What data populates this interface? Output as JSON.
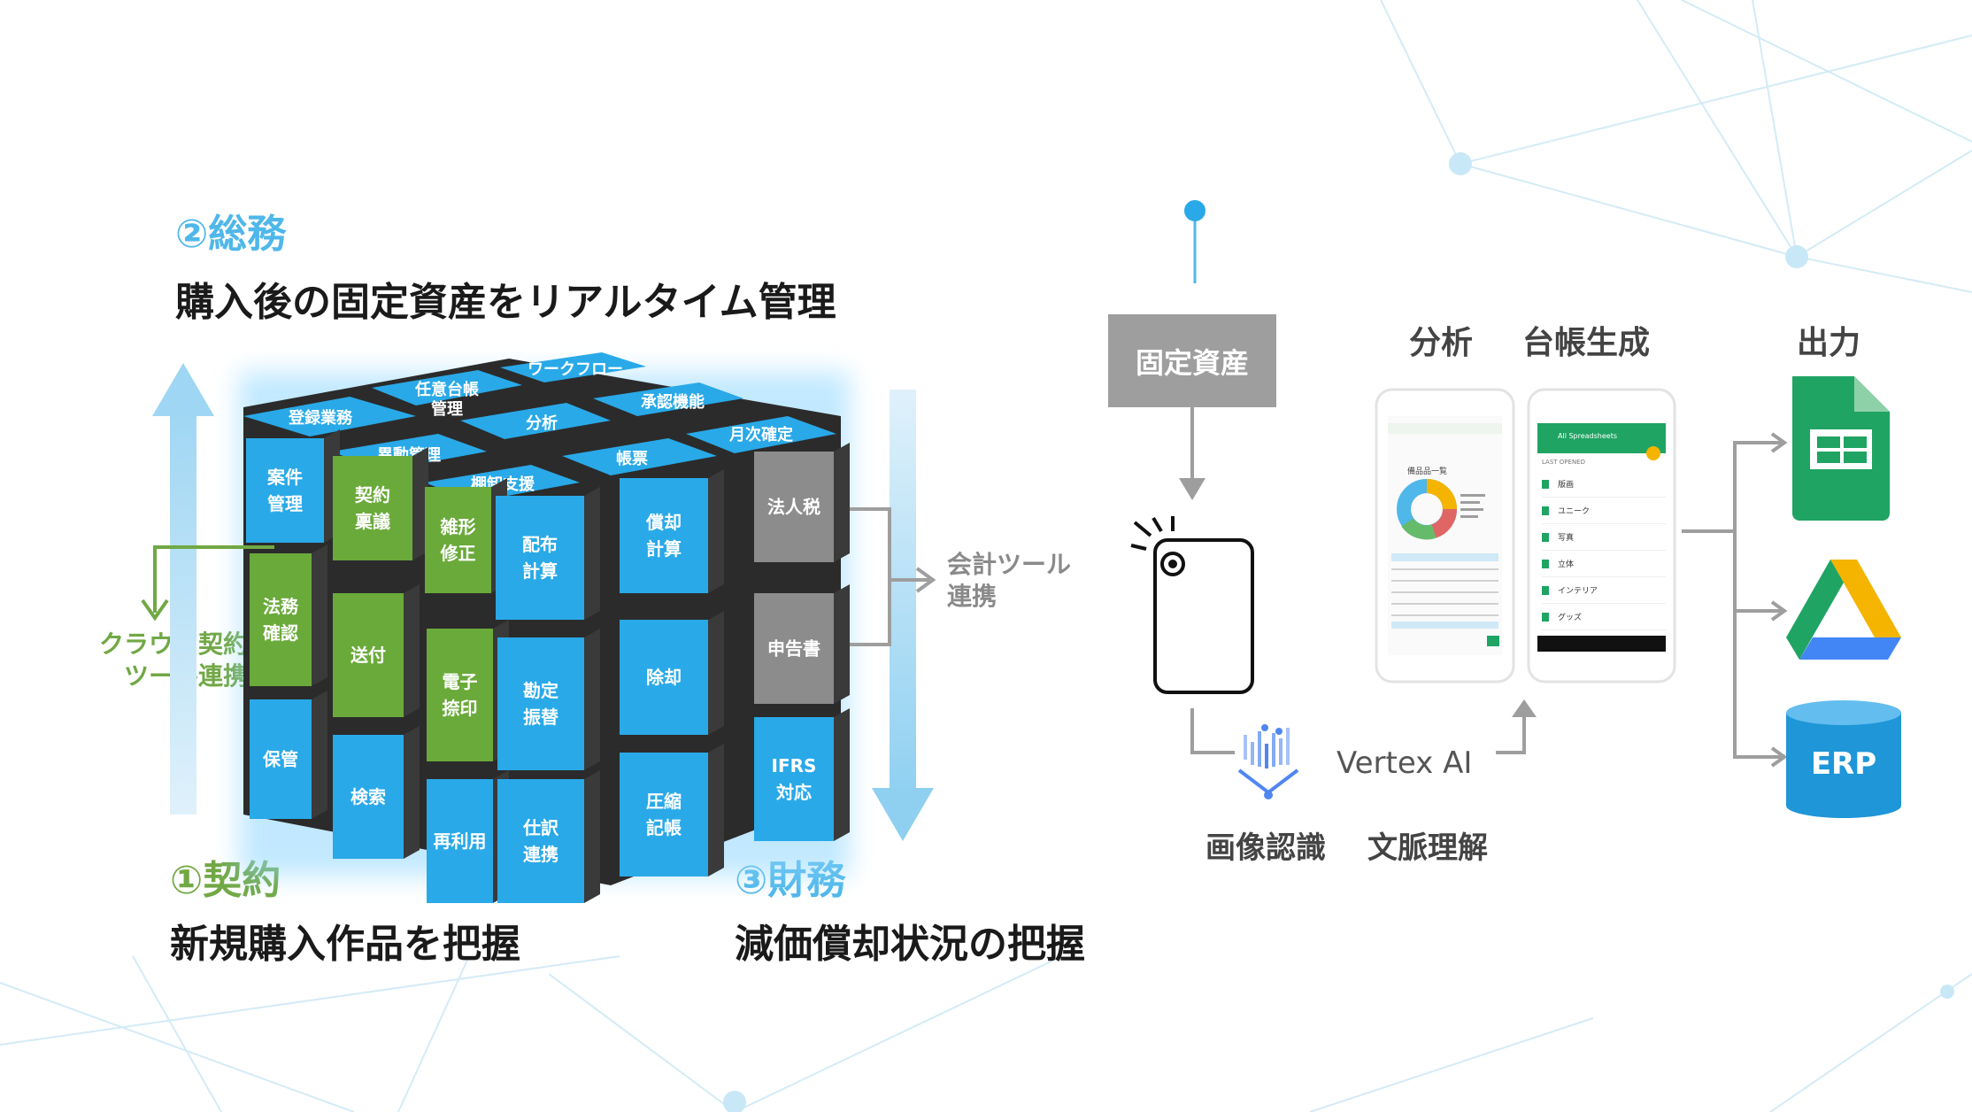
{
  "sections": {
    "soumu": {
      "number_label": "②総務",
      "headline": "購入後の固定資産をリアルタイム管理"
    },
    "keiyaku": {
      "number_label": "①契約",
      "headline": "新規購入作品を把握"
    },
    "zaimu": {
      "number_label": "③財務",
      "headline": "減価償却状況の把握"
    }
  },
  "side_labels": {
    "cloud_line1": "クラウド契約",
    "cloud_line2": "ツール連携",
    "accounting_line1": "会計ツール",
    "accounting_line2": "連携"
  },
  "cube": {
    "top": [
      "登録業務",
      "任意台帳",
      "管理",
      "ワークフロー",
      "分析",
      "承認機能",
      "異動管理",
      "棚卸支援",
      "帳票",
      "月次確定"
    ],
    "front": [
      "案件",
      "管理",
      "契約",
      "稟議",
      "雑形",
      "修正",
      "配布",
      "計算",
      "償却",
      "計算",
      "法人税",
      "法務",
      "確認",
      "送付",
      "電子",
      "捺印",
      "勘定",
      "振替",
      "除却",
      "申告書",
      "保管",
      "検索",
      "再利用",
      "仕訳",
      "連携",
      "圧縮",
      "記帳",
      "IFRS",
      "対応"
    ]
  },
  "flow": {
    "asset_box": "固定資産",
    "vertex_label": "Vertex AI",
    "bottom_label1": "画像認識",
    "bottom_label2": "文脈理解",
    "col_analysis": "分析",
    "col_ledger": "台帳生成",
    "col_output": "出力",
    "erp_label": "ERP"
  },
  "phone_left": {
    "chart_title": "備品品一覧"
  },
  "phone_right": {
    "app_title": "All Spreadsheets",
    "section": "LAST OPENED",
    "items": [
      "版画",
      "ユニーク",
      "写真",
      "立体",
      "インテリア",
      "グッズ"
    ]
  },
  "colors": {
    "blue": "#4fb7ea",
    "green": "#71a845",
    "cube_blue": "#29a9e8",
    "cube_green": "#6aaa3a",
    "cube_gray": "#8c8c8c",
    "cube_dark": "#3a3a3a",
    "sheets_green": "#1fa463",
    "erp_blue": "#1e96d8"
  }
}
